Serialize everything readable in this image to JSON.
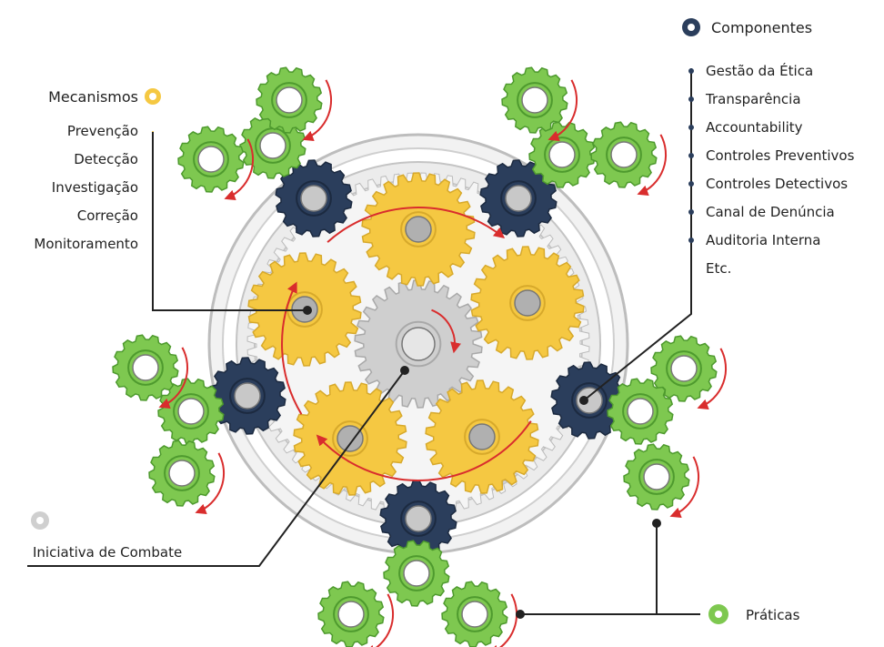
{
  "mechanisms": {
    "title": "Mecanismos",
    "items": [
      "Prevenção",
      "Detecção",
      "Investigação",
      "Correção",
      "Monitoramento"
    ]
  },
  "components": {
    "title": "Componentes",
    "items": [
      "Gestão da Ética",
      "Transparência",
      "Accountability",
      "Controles Preventivos",
      "Controles Detectivos",
      "Canal de Denúncia",
      "Auditoria Interna",
      "Etc."
    ]
  },
  "initiative": {
    "label": "Iniciativa de Combate"
  },
  "practices": {
    "label": "Práticas"
  },
  "icons": {
    "mechanisms": "yellow-gear-icon",
    "components": "navy-gear-icon",
    "initiative": "gray-gear-icon",
    "practices": "green-gear-icon"
  },
  "colors": {
    "yellow_gear": "#f5c842",
    "navy_gear": "#2b3e5c",
    "green_gear": "#7ec850",
    "gray_gear": "#cfcfcf",
    "arrows": "#d92d2d",
    "lines": "#222222"
  }
}
